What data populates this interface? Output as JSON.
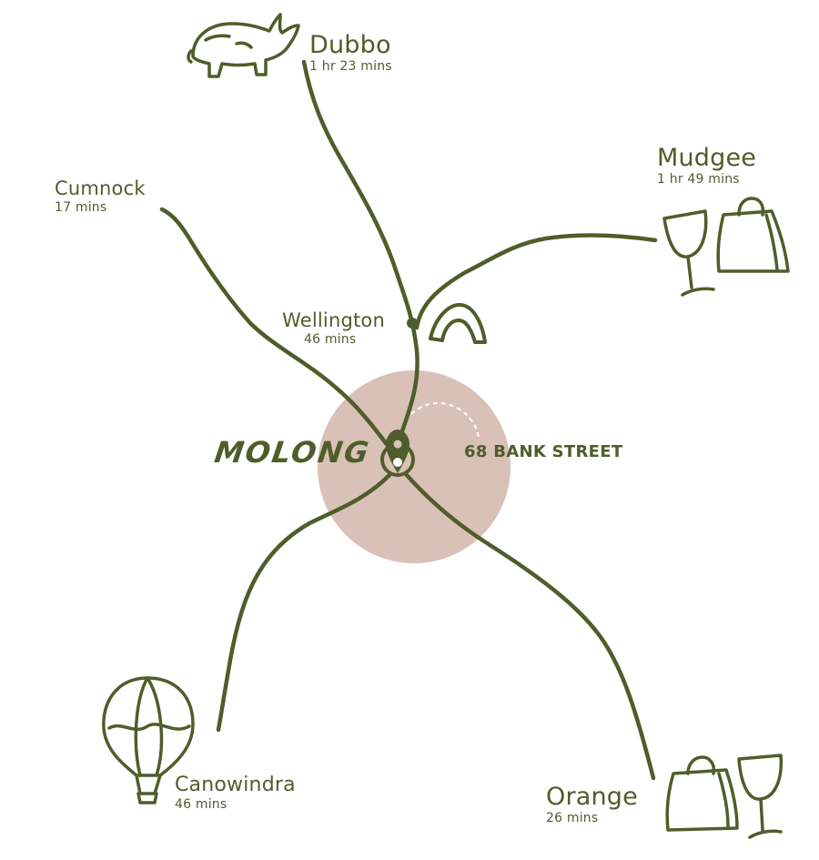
{
  "map": {
    "colors": {
      "road": "#4f5d2a",
      "text": "#4f5d2a",
      "highlight_circle": "#d9c1b8",
      "background": "#ffffff"
    },
    "center": {
      "town": "MOLONG",
      "address": "68 BANK STREET",
      "icon": "location-pin-icon"
    },
    "places": [
      {
        "id": "dubbo",
        "name": "Dubbo",
        "time": "1 hr 23 mins",
        "icon": "rhino-icon"
      },
      {
        "id": "mudgee",
        "name": "Mudgee",
        "time": "1 hr 49 mins",
        "icon": "wine-glass-and-shopping-bag-icons"
      },
      {
        "id": "cumnock",
        "name": "Cumnock",
        "time": "17 mins",
        "icon": ""
      },
      {
        "id": "wellington",
        "name": "Wellington",
        "time": "46 mins",
        "icon": "arch-icon"
      },
      {
        "id": "canowindra",
        "name": "Canowindra",
        "time": "46 mins",
        "icon": "hot-air-balloon-icon"
      },
      {
        "id": "orange",
        "name": "Orange",
        "time": "26 mins",
        "icon": "shopping-bag-and-wine-glass-icons"
      }
    ]
  }
}
